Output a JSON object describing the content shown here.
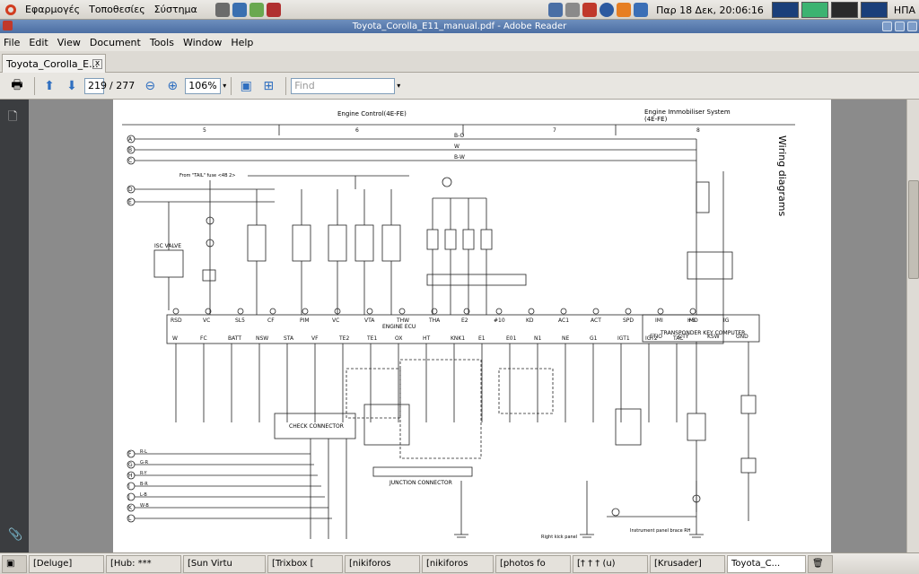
{
  "top_panel": {
    "menus": [
      "Εφαρμογές",
      "Τοποθεσίες",
      "Σύστημα"
    ],
    "clock": "Παρ 18 Δεκ, 20:06:16",
    "locale": "ΗΠΑ"
  },
  "window": {
    "title": "Toyota_Corolla_E11_manual.pdf - Adobe Reader"
  },
  "menubar": [
    "File",
    "Edit",
    "View",
    "Document",
    "Tools",
    "Window",
    "Help"
  ],
  "tab": {
    "label": "Toyota_Corolla_E...",
    "close": "x"
  },
  "toolbar": {
    "page_current": "219",
    "page_total": "/ 277",
    "zoom": "106%",
    "find_placeholder": "Find"
  },
  "document": {
    "header_left": "Engine Control(4E-FE)",
    "header_right": "Engine Immobiliser System",
    "header_right_sub": "(4E-FE)",
    "section_title": "Wiring diagrams",
    "column_numbers": [
      "5",
      "6",
      "7",
      "8"
    ],
    "connector_left": [
      "A",
      "B",
      "C",
      "D",
      "E"
    ],
    "connector_bottom_left": [
      "F",
      "G",
      "H",
      "I",
      "J",
      "K",
      "L"
    ],
    "ecu_label": "ENGINE ECU",
    "check_connector": "CHECK CONNECTOR",
    "junction_connector": "JUNCTION CONNECTOR",
    "transponder": "TRANSPONDER KEY COMPUTER",
    "isc_valve": "ISC VALVE",
    "ecu_pins_top": [
      "RSD",
      "VC",
      "SL5",
      "CF",
      "PIM",
      "VC",
      "VTA",
      "THW",
      "THA",
      "E2",
      "#10",
      "KD",
      "AC1",
      "ACT",
      "SPD",
      "IMI",
      "IMO"
    ],
    "ecu_pins_bottom": [
      "W",
      "FC",
      "BATT",
      "NSW",
      "STA",
      "VF",
      "TE2",
      "TE1",
      "OX",
      "HT",
      "KNK1",
      "E1",
      "E01",
      "N1",
      "NE",
      "G1",
      "IGT1",
      "IGT2",
      "TAC"
    ],
    "transponder_pins_top": [
      "+B",
      "IG"
    ],
    "transponder_pins_bottom": [
      "ETIO",
      "CTY",
      "KSW",
      "GND"
    ],
    "wire_colors": [
      "B-O",
      "W",
      "B-W",
      "R-L",
      "G-R",
      "R-Y",
      "B-R",
      "L-B",
      "W-B"
    ],
    "notes": [
      "From \"TAIL\" fuse <4B 2>",
      "Right kick panel",
      "Instrument panel brace RH"
    ]
  },
  "taskbar": [
    "[Deluge]",
    "[Hub: ***",
    "[Sun Virtu",
    "[Trixbox [",
    "[nikiforos",
    "[nikiforos",
    "[photos fo",
    "[† † † (u)",
    "[Krusader]",
    "Toyota_C..."
  ]
}
